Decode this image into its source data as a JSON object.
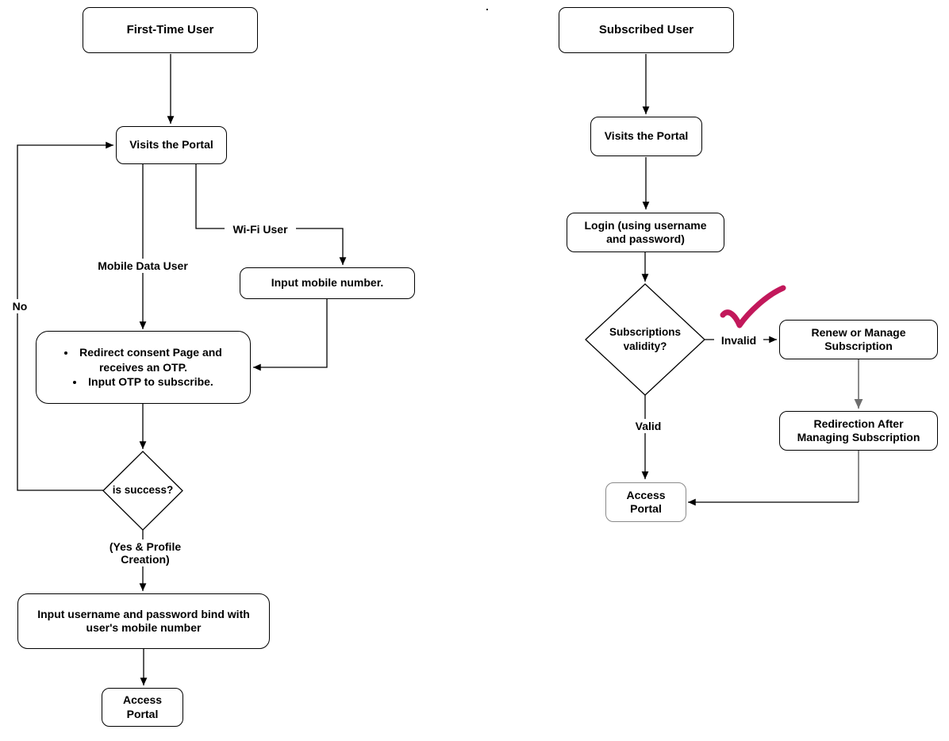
{
  "colors": {
    "line": "#000000",
    "gray_line": "#6e6e6e",
    "gray_border": "#8a8a8a",
    "node_fill": "#ffffff",
    "node_border": "#000000",
    "checkmark": "#C2185B",
    "background": "#ffffff"
  },
  "stray_dot": ".",
  "left_flow": {
    "title": "First-Time User",
    "nodes": {
      "visits_portal": "Visits the Portal",
      "input_mobile": "Input mobile number.",
      "consent_steps": [
        "Redirect consent Page and receives an OTP.",
        "Input OTP to subscribe."
      ],
      "is_success": "is success?",
      "input_username": "Input username and password bind with user's mobile number",
      "access_portal": "Access Portal"
    },
    "edge_labels": {
      "mobile_data_user": "Mobile Data User",
      "wifi_user": "Wi-Fi User",
      "no": "No",
      "yes_profile": "(Yes & Profile Creation)"
    }
  },
  "right_flow": {
    "title": "Subscribed User",
    "nodes": {
      "visits_portal": "Visits the Portal",
      "login": "Login (using username and password)",
      "subscriptions_validity": "Subscriptions validity?",
      "renew": "Renew or Manage Subscription",
      "redirection": "Redirection After Managing Subscription",
      "access_portal": "Access Portal"
    },
    "edge_labels": {
      "invalid": "Invalid",
      "valid": "Valid"
    }
  }
}
